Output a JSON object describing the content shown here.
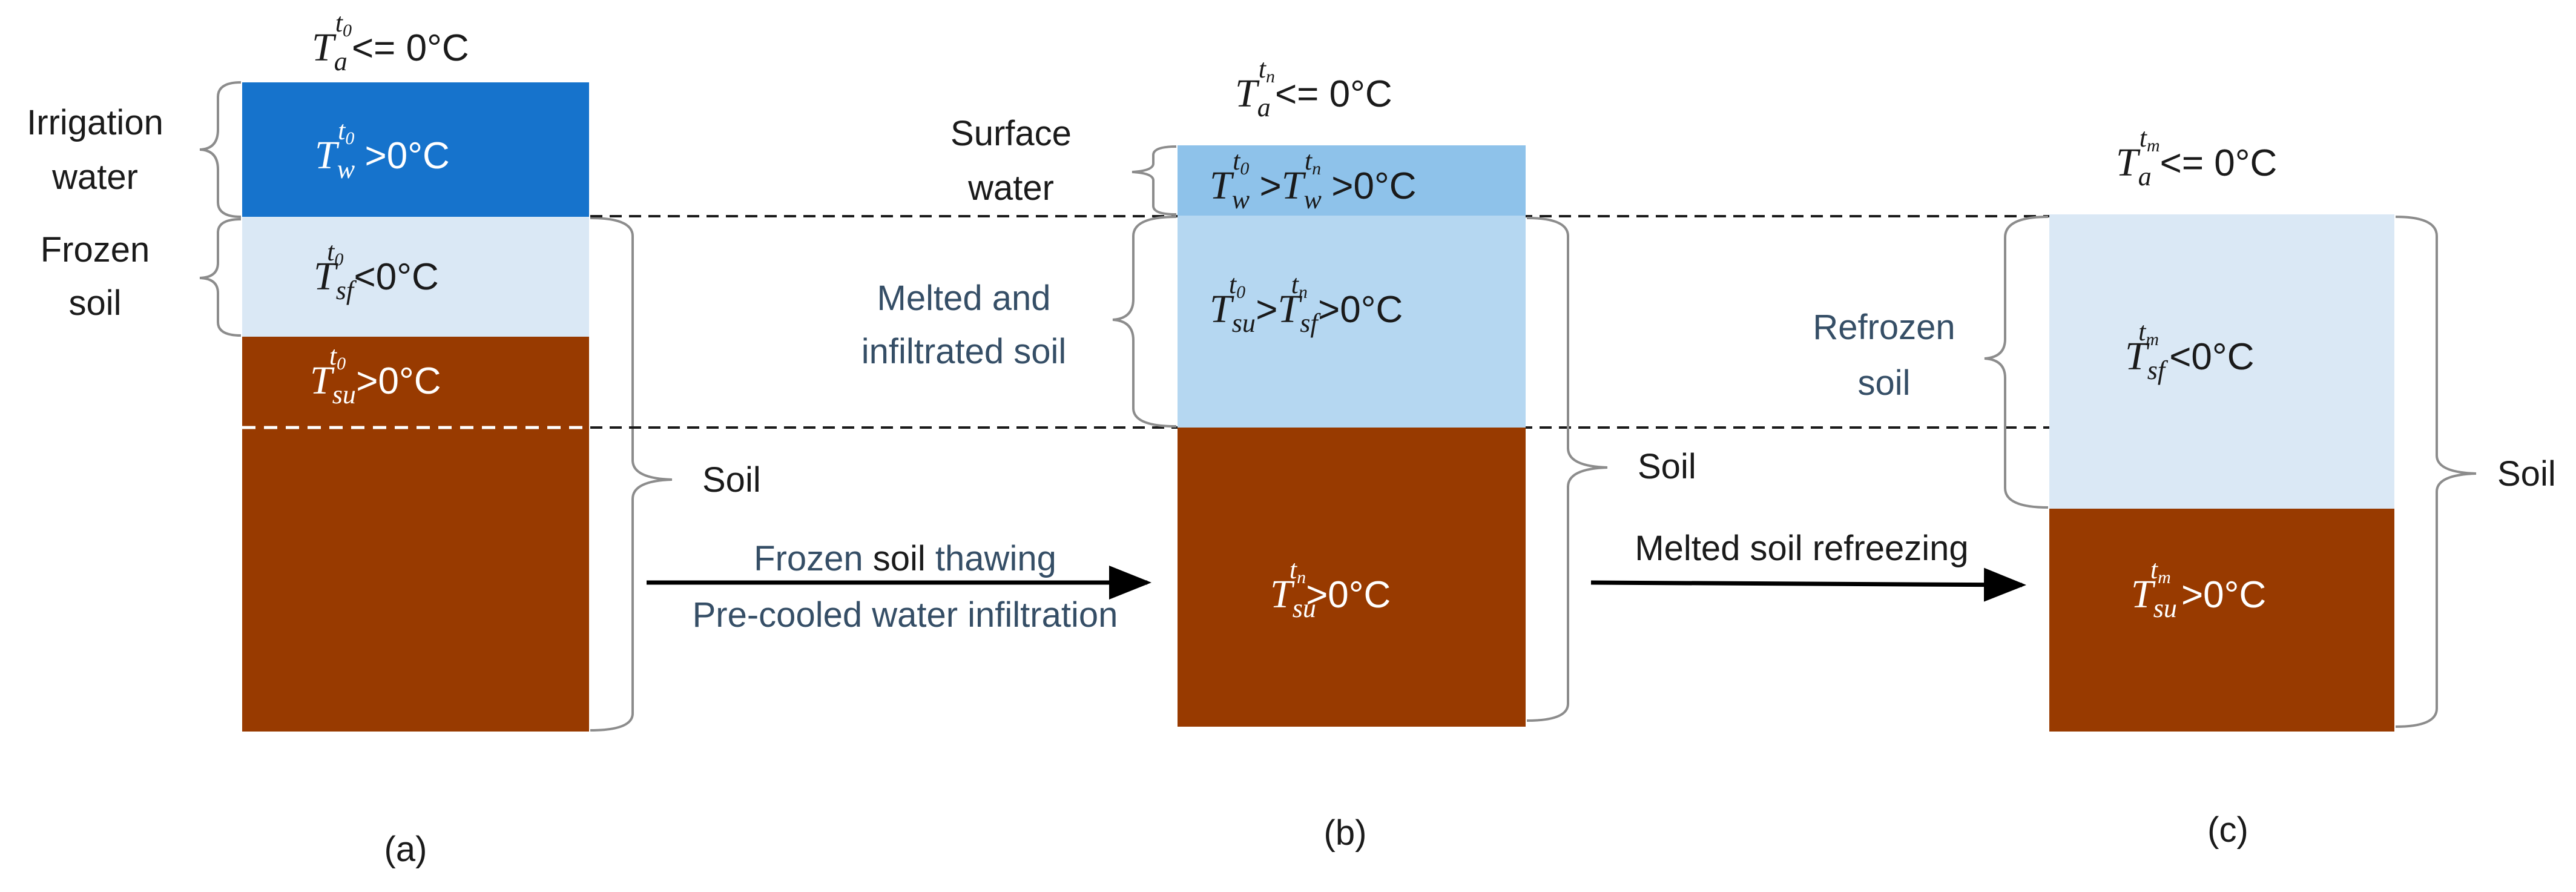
{
  "colors": {
    "irrigation_water": "#1673CC",
    "frozen_soil": "#DAE8F5",
    "unfrozen_soil": "#983A00",
    "surface_water": "#8EC2EA",
    "melted_soil": "#B5D7F1",
    "refrozen_soil": "#DAE8F5",
    "process_text": "#354E66",
    "dark_text": "#1A1A1A",
    "white_text": "#FFFFFF"
  },
  "panel_a": {
    "air_temp": {
      "base": "T",
      "sub": "a",
      "sup": "t",
      "supsub": "0",
      "rel": "<= 0°C"
    },
    "water_temp": {
      "base": "T",
      "sub": "w",
      "sup": "t",
      "supsub": "0",
      "rel": " >0°C"
    },
    "frozen_temp": {
      "base": "T",
      "sub": "sf",
      "sup": "t",
      "supsub": "0",
      "rel": " <0°C"
    },
    "unfrozen_temp": {
      "base": "T",
      "sub": "su",
      "sup": "t",
      "supsub": "0",
      "rel": " >0°C"
    },
    "label_irrigation_1": "Irrigation",
    "label_irrigation_2": "water",
    "label_frozen_1": "Frozen",
    "label_frozen_2": "soil",
    "label_soil": "Soil",
    "caption": "(a)"
  },
  "arrow_1": {
    "line1_a": "Frozen ",
    "line1_b": "soil",
    "line1_c": " thawing",
    "line2": "Pre-cooled water infiltration"
  },
  "panel_b": {
    "air_temp": {
      "base": "T",
      "sub": "a",
      "sup": "t",
      "supsub": "n",
      "rel": "<= 0°C"
    },
    "water_temp": {
      "b1": "T",
      "s1": "w",
      "p1": "t",
      "ps1": "0",
      "mid": " >",
      "b2": "T",
      "s2": "w",
      "p2": "t",
      "ps2": "n",
      "rel": " >0°C"
    },
    "melted_temp": {
      "b1": "T",
      "s1": "su",
      "p1": "t",
      "ps1": "0",
      "mid": " >",
      "b2": "T",
      "s2": "sf",
      "p2": "t",
      "ps2": "n",
      "rel": " >0°C"
    },
    "unfrozen_temp": {
      "base": "T",
      "sub": "su",
      "sup": "t",
      "supsub": "n",
      "rel": ">0°C"
    },
    "label_surface_1": "Surface",
    "label_surface_2": "water",
    "label_melted_1": "Melted and",
    "label_melted_2": "infiltrated soil",
    "label_soil": "Soil",
    "caption": "(b)"
  },
  "arrow_2": {
    "line1": "Melted soil refreezing"
  },
  "panel_c": {
    "air_temp": {
      "base": "T",
      "sub": "a",
      "sup": "t",
      "supsub": "m",
      "rel": "<= 0°C"
    },
    "refrozen_temp": {
      "base": "T",
      "sub": "sf",
      "sup": "t",
      "supsub": "m",
      "rel": " <0°C"
    },
    "unfrozen_temp": {
      "base": "T",
      "sub": "su",
      "sup": "t",
      "supsub": "m",
      "rel": " >0°C"
    },
    "label_refrozen_1": "Refrozen",
    "label_refrozen_2": "soil",
    "label_soil": "Soil",
    "caption": "(c)"
  }
}
